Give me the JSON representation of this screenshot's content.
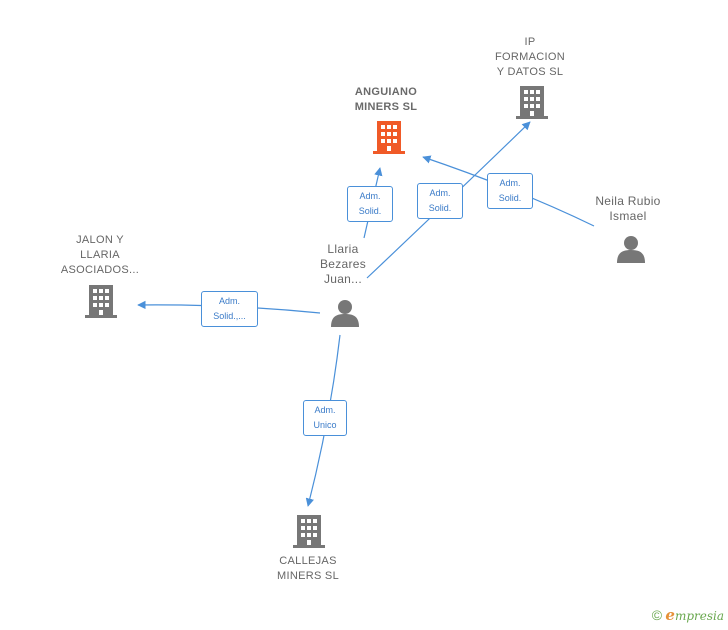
{
  "nodes": {
    "anguiano": {
      "lines": [
        "ANGUIANO",
        "MINERS  SL"
      ],
      "type": "company",
      "color": "#f05a28"
    },
    "ip": {
      "lines": [
        "IP",
        "FORMACION",
        "Y DATOS SL"
      ],
      "type": "company",
      "color": "#777777"
    },
    "jalon": {
      "lines": [
        "JALON Y",
        "LLARIA",
        "ASOCIADOS..."
      ],
      "type": "company",
      "color": "#777777"
    },
    "callejas": {
      "lines": [
        "CALLEJAS",
        "MINERS  SL"
      ],
      "type": "company",
      "color": "#777777"
    },
    "llaria": {
      "lines": [
        "Llaria",
        "Bezares",
        "Juan..."
      ],
      "type": "person",
      "color": "#777777"
    },
    "neila": {
      "lines": [
        "Neila Rubio",
        "Ismael"
      ],
      "type": "person",
      "color": "#777777"
    }
  },
  "edges": {
    "llaria_anguiano": {
      "lines": [
        "Adm.",
        "Solid."
      ]
    },
    "llaria_ip": {
      "lines": [
        "Adm.",
        "Solid."
      ]
    },
    "neila_anguiano": {
      "lines": [
        "Adm.",
        "Solid."
      ]
    },
    "llaria_jalon": {
      "lines": [
        "Adm.",
        "Solid.,..."
      ]
    },
    "llaria_callejas": {
      "lines": [
        "Adm.",
        "Unico"
      ]
    }
  },
  "brand": {
    "copyright": "©",
    "initial": "e",
    "rest": "mpresia"
  },
  "colors": {
    "edge": "#4a90d9",
    "highlight": "#f05a28",
    "node": "#777777"
  }
}
